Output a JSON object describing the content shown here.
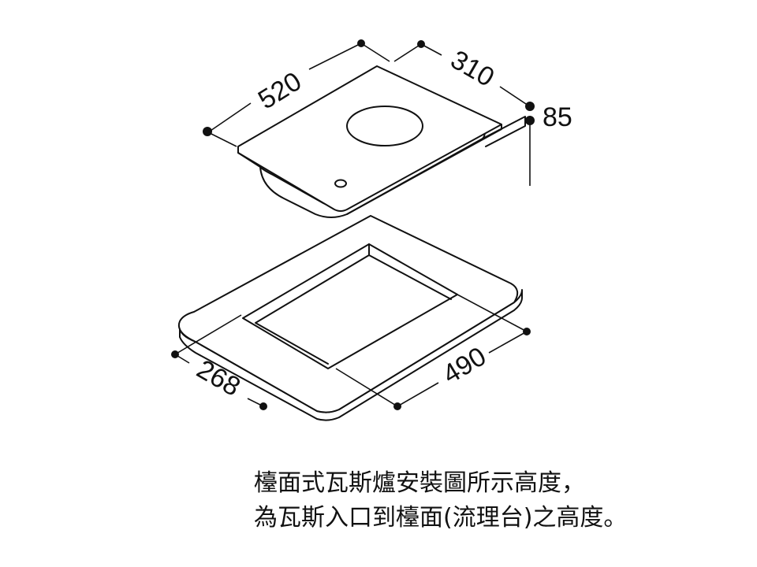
{
  "dimensions": {
    "top_length": "520",
    "top_depth": "310",
    "height": "85",
    "cutout_depth": "268",
    "cutout_length": "490"
  },
  "caption": {
    "line1": "檯面式瓦斯爐安裝圖所示高度，",
    "line2": "為瓦斯入口到檯面(流理台)之高度。"
  }
}
